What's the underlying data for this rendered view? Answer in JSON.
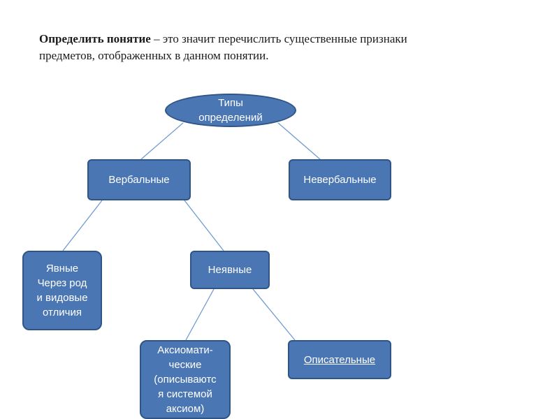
{
  "intro": {
    "term": "Определить понятие",
    "rest_line1": " – это значит перечислить существенные признаки",
    "line2": "предметов, отображенных в данном понятии."
  },
  "diagram": {
    "root": {
      "line1": "Типы",
      "line2": "определений"
    },
    "verbal": "Вербальные",
    "nonverbal": "Невербальные",
    "explicit": {
      "line1": "Явные",
      "line2": "Через род",
      "line3": "и видовые",
      "line4": "отличия"
    },
    "implicit": "Неявные",
    "axiomatic": {
      "line1": "Аксиомати-",
      "line2": "ческие",
      "line3": "(описываютс",
      "line4": "я системой",
      "line5": "аксиом)"
    },
    "descriptive": "Описательные"
  },
  "colors": {
    "node_fill": "#4a77b4",
    "node_border": "#2f5486",
    "connector": "#6e9bd0"
  }
}
